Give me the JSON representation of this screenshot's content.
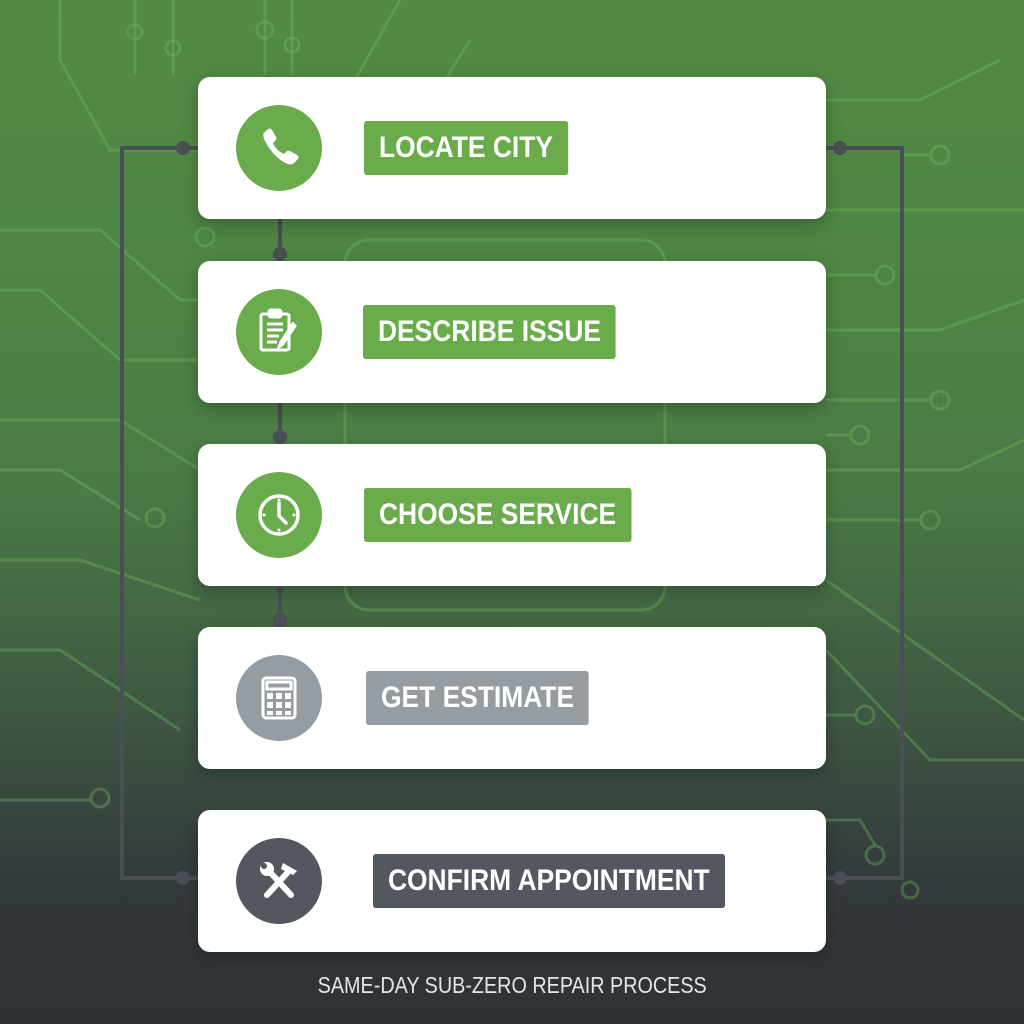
{
  "title": "SAME-DAY SUB-ZERO REPAIR PROCESS",
  "colors": {
    "accent_green": "#6aac4b",
    "muted_gray": "#959da3",
    "dark_gray": "#535860",
    "connector": "#4a4e55",
    "card_bg": "#ffffff"
  },
  "steps": [
    {
      "label": "LOCATE CITY",
      "icon": "phone-icon",
      "state": "complete"
    },
    {
      "label": "DESCRIBE ISSUE",
      "icon": "clipboard-icon",
      "state": "complete"
    },
    {
      "label": "CHOOSE SERVICE",
      "icon": "clock-icon",
      "state": "complete"
    },
    {
      "label": "GET ESTIMATE",
      "icon": "calculator-icon",
      "state": "pending"
    },
    {
      "label": "CONFIRM APPOINTMENT",
      "icon": "tools-icon",
      "state": "final"
    }
  ]
}
